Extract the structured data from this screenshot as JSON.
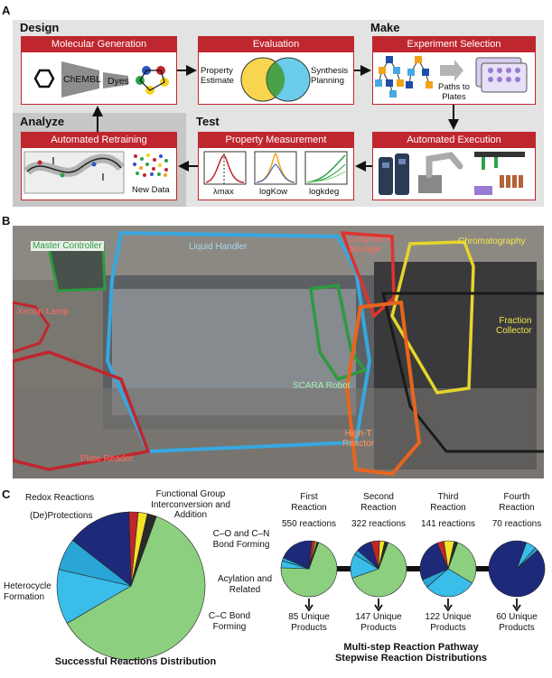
{
  "panels": {
    "a": "A",
    "b": "B",
    "c": "C"
  },
  "design": {
    "title": "Design",
    "card_title": "Molecular Generation",
    "chembl": "ChEMBL",
    "dyes": "Dyes"
  },
  "evaluation": {
    "card_title": "Evaluation",
    "left": "Property\nEstimate",
    "right": "Synthesis\nPlanning"
  },
  "make": {
    "title": "Make",
    "card_title": "Experiment Selection",
    "paths": "Paths to\nPlates"
  },
  "analyze": {
    "title": "Analyze",
    "card_title": "Automated Retraining",
    "new_data": "New Data"
  },
  "test": {
    "title": "Test",
    "card_title": "Property Measurement",
    "labels": [
      "λmax",
      "logKow",
      "logkdeg"
    ]
  },
  "execution": {
    "card_title": "Automated Execution"
  },
  "photo_labels": {
    "master": "Master Controller",
    "liquid": "Liquid Handler",
    "storage": "Long-term\nStorage",
    "chrom": "Chromatography",
    "xenon": "Xenon Lamp",
    "fraction": "Fraction\nCollector",
    "scara": "SCARA Robot",
    "plate": "Plate Reader",
    "hight": "High-T\nReactor"
  },
  "colors": {
    "red": "#c0262d",
    "green": "#8ccf7e",
    "navy": "#1d2a7a",
    "cyan": "#3bbdea",
    "yellow": "#f2e32b",
    "liquid_blue": "#37a7e0",
    "storage_red": "#e0322d",
    "chrom_yellow": "#e6d52a",
    "controller_green": "#2d9a3e",
    "reactor_orange": "#e8651e"
  },
  "chart_data": [
    {
      "type": "pie",
      "title": "Successful Reactions Distribution",
      "labels": [
        "Heterocycle Formation",
        "C–C Bond Forming",
        "Acylation and Related",
        "C–O and C–N Bond Forming",
        "Functional Group Interconversion and Addition",
        "(De)Protections",
        "Redox Reactions"
      ],
      "values": [
        61,
        12,
        7,
        14,
        2,
        2,
        2
      ],
      "colors": [
        "#8ccf7e",
        "#3bbdea",
        "#29a5d6",
        "#1d2a7a",
        "#c0262d",
        "#f2e32b",
        "#2b2b2b"
      ]
    },
    {
      "type": "pie",
      "title": "Multi-step Reaction Pathway\nStepwise Reaction Distributions",
      "steps": [
        {
          "name": "First\nReaction",
          "reactions": "550 reactions",
          "products": "85 Unique\nProducts",
          "values": [
            70,
            4,
            2,
            20,
            2,
            1,
            1
          ]
        },
        {
          "name": "Second\nReaction",
          "reactions": "322 reactions",
          "products": "147 Unique\nProducts",
          "values": [
            64,
            14,
            3,
            9,
            5,
            3,
            2
          ]
        },
        {
          "name": "Third\nReaction",
          "reactions": "141 reactions",
          "products": "122 Unique\nProducts",
          "values": [
            28,
            30,
            5,
            25,
            4,
            6,
            2
          ]
        },
        {
          "name": "Fourth\nReaction",
          "reactions": "70 reactions",
          "products": "60 Unique\nProducts",
          "values": [
            0,
            6,
            2,
            92,
            0,
            0,
            0
          ]
        }
      ]
    }
  ]
}
